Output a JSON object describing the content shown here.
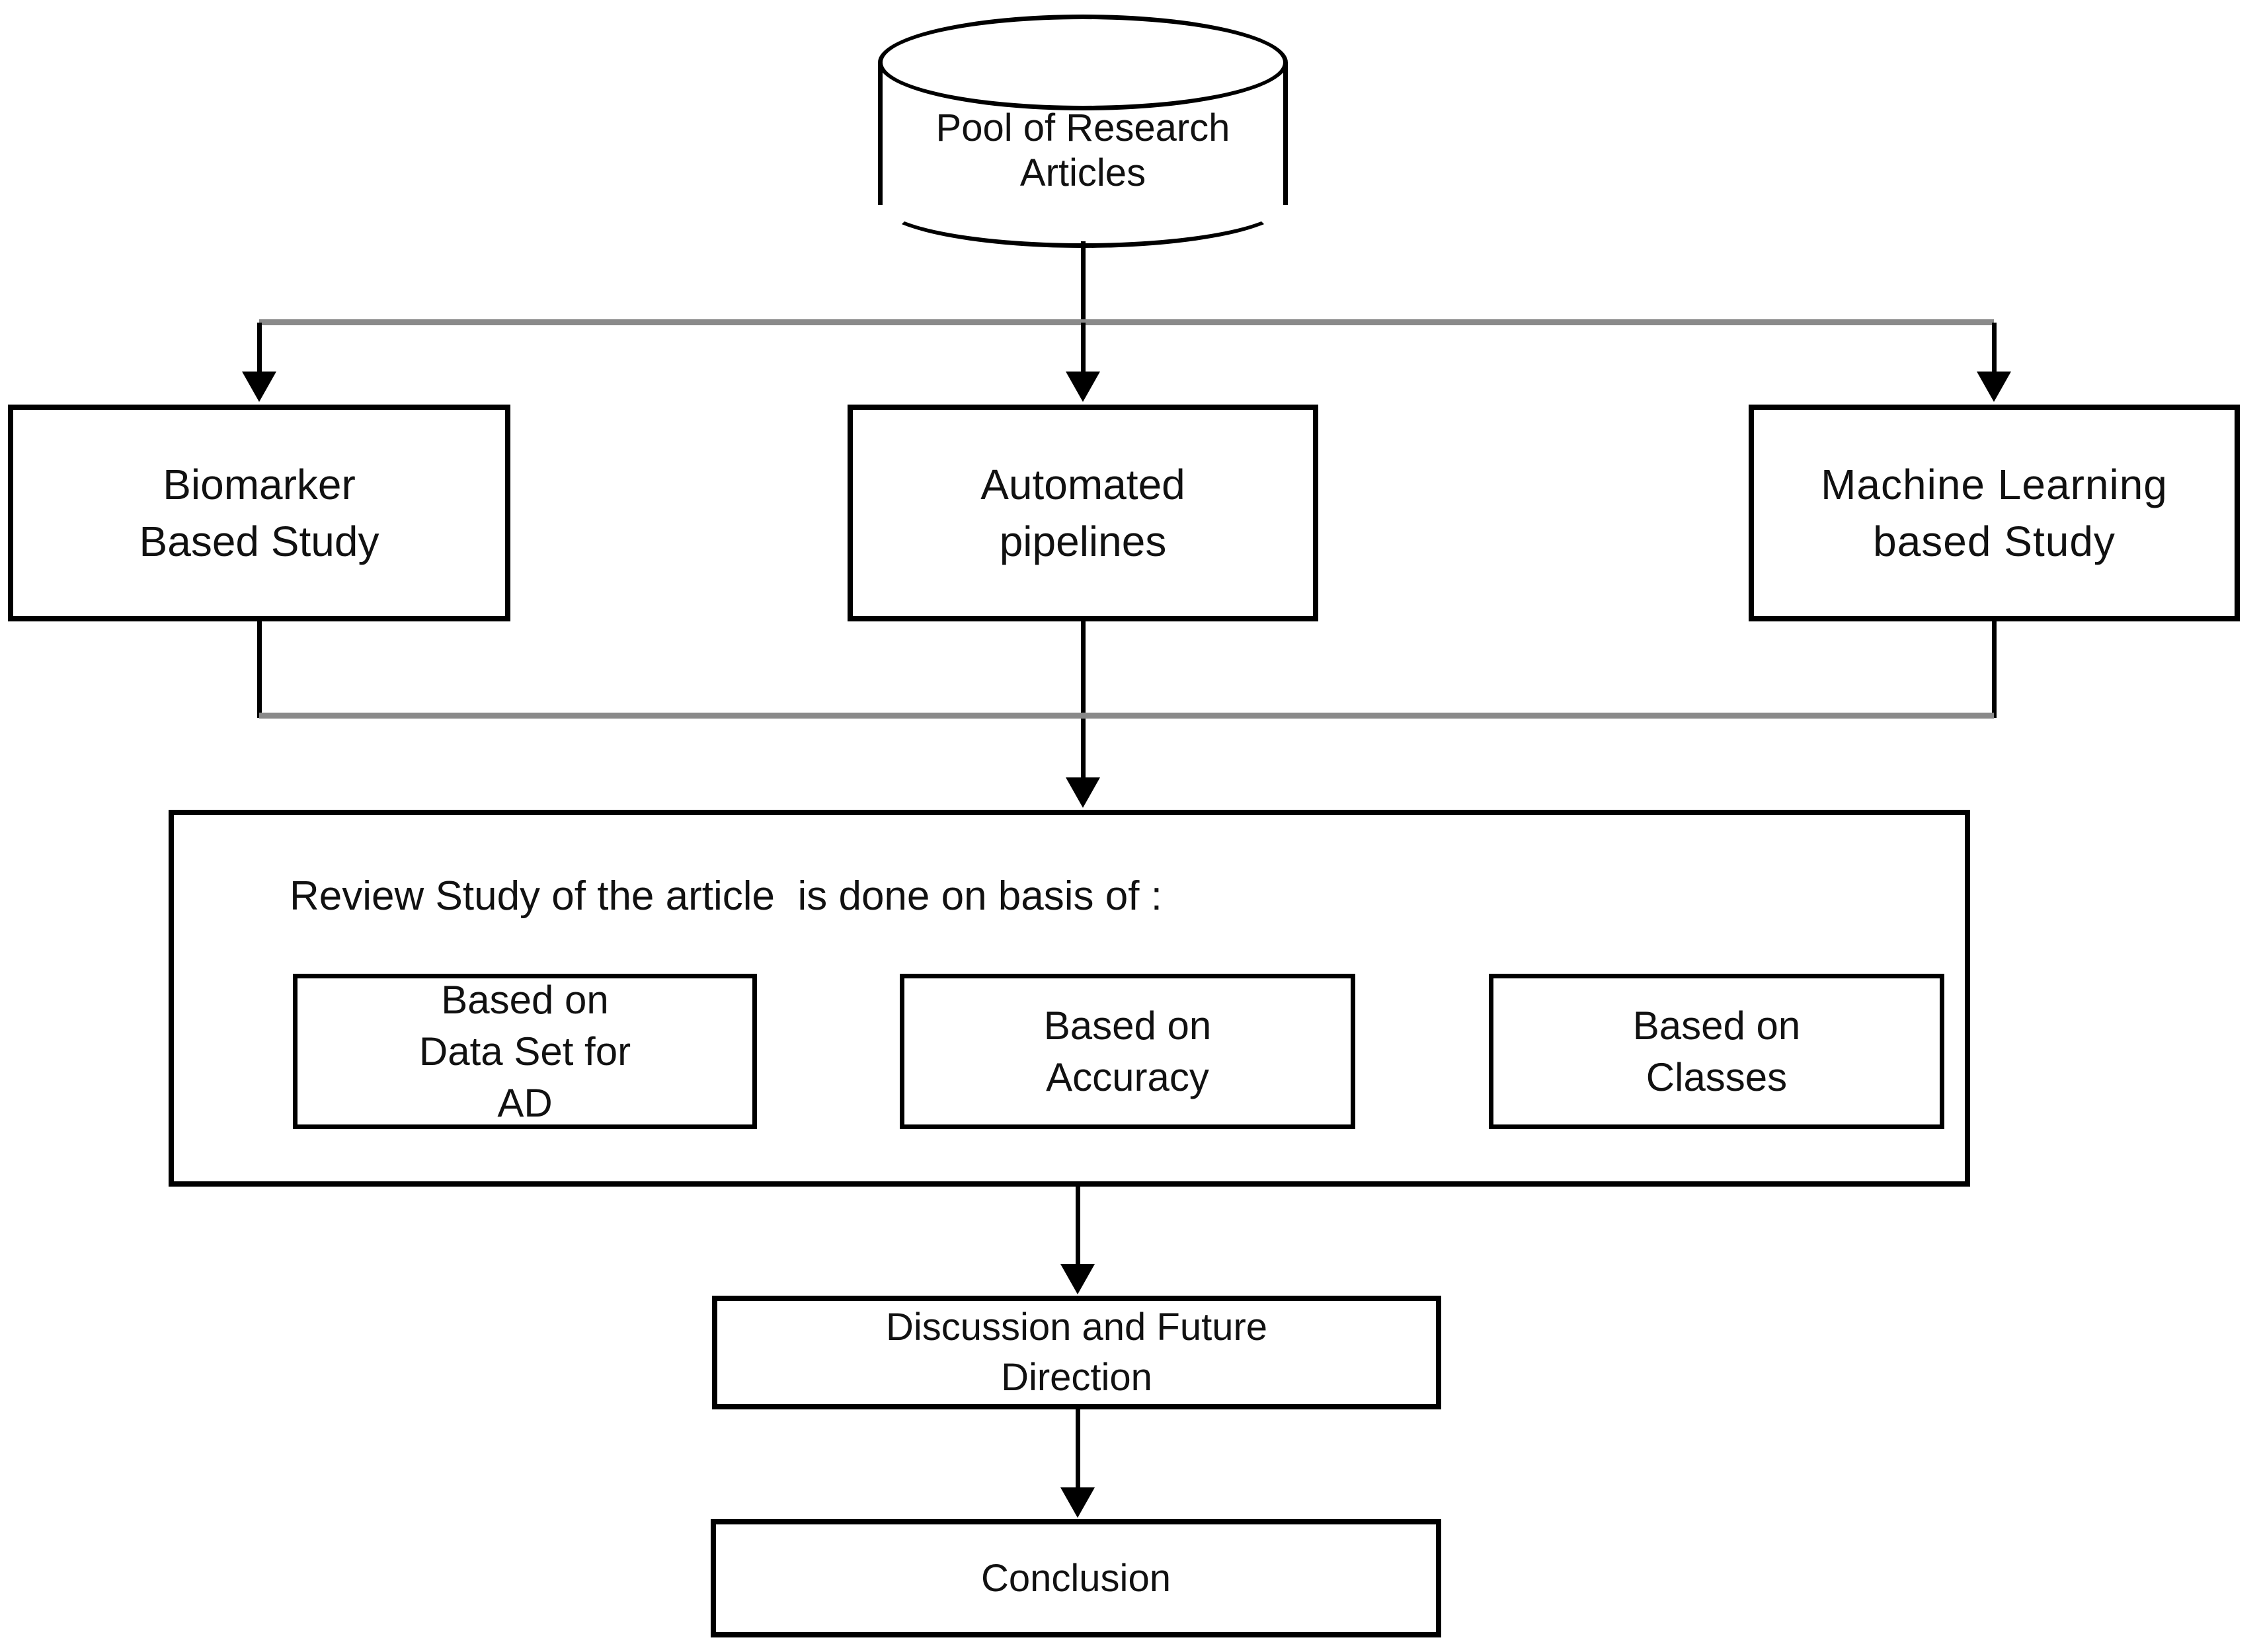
{
  "nodes": {
    "pool": {
      "shape": "cylinder",
      "label": "Pool of Research\nArticles"
    },
    "biomarker": {
      "shape": "rect",
      "label": "Biomarker\nBased Study"
    },
    "automated": {
      "shape": "rect",
      "label": "Automated\npipelines"
    },
    "ml": {
      "shape": "rect",
      "label": "Machine Learning\nbased Study"
    },
    "review": {
      "shape": "rect-container",
      "heading": "Review Study of the article  is done on basis of :",
      "children": {
        "dataset": {
          "shape": "rect",
          "label": "Based on\nData Set for\nAD"
        },
        "accuracy": {
          "shape": "rect",
          "label": "Based on\nAccuracy"
        },
        "classes": {
          "shape": "rect",
          "label": "Based on\nClasses"
        }
      }
    },
    "discussion": {
      "shape": "rect",
      "label": "Discussion and Future\nDirection"
    },
    "conclusion": {
      "shape": "rect",
      "label": "Conclusion"
    }
  },
  "edges": [
    {
      "from": "pool",
      "to": "biomarker",
      "arrow": true
    },
    {
      "from": "pool",
      "to": "automated",
      "arrow": true
    },
    {
      "from": "pool",
      "to": "ml",
      "arrow": true
    },
    {
      "from": "biomarker",
      "to": "review",
      "arrow": false
    },
    {
      "from": "automated",
      "to": "review",
      "arrow": true
    },
    {
      "from": "ml",
      "to": "review",
      "arrow": false
    },
    {
      "from": "review",
      "to": "discussion",
      "arrow": true
    },
    {
      "from": "discussion",
      "to": "conclusion",
      "arrow": true
    }
  ],
  "colors": {
    "background": "#ffffff",
    "box_border": "#000000",
    "connector_black": "#000000",
    "connector_gray": "#8a8a8a",
    "text": "#111111"
  }
}
